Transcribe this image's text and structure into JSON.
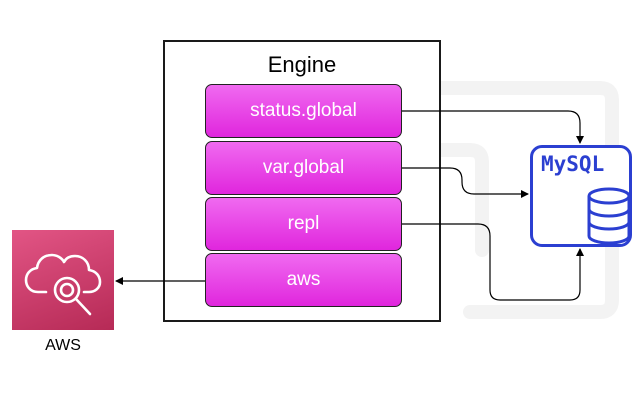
{
  "engine": {
    "title": "Engine",
    "modules": [
      {
        "label": "status.global"
      },
      {
        "label": "var.global"
      },
      {
        "label": "repl"
      },
      {
        "label": "aws"
      }
    ]
  },
  "aws": {
    "label": "AWS",
    "icon": "cloud-search-icon"
  },
  "mysql": {
    "label": "MySQL",
    "icon": "database-icon"
  },
  "colors": {
    "module_fill": "#e93ce6",
    "mysql_blue": "#2b3fd1",
    "aws_tile": "#c73664"
  }
}
